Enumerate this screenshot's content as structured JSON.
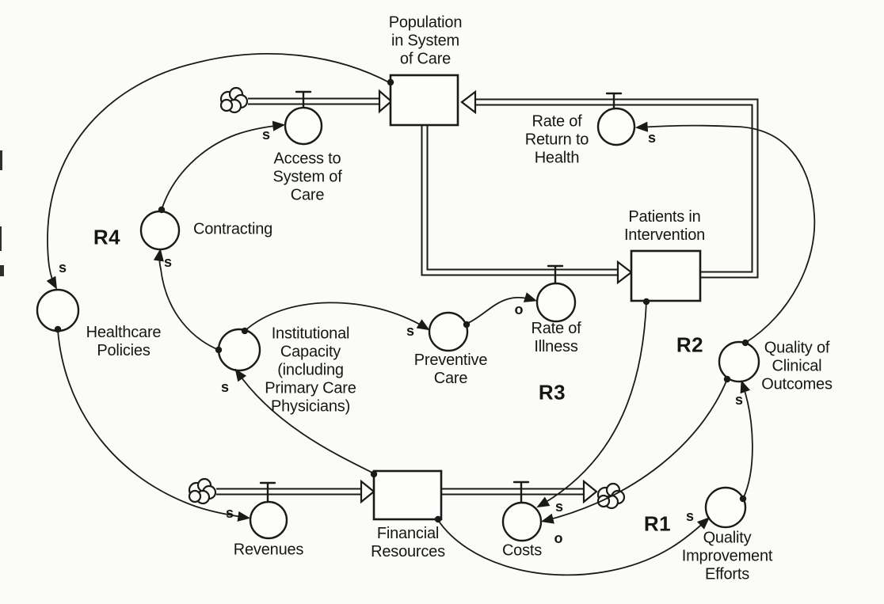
{
  "canvas": {
    "background": "#fbfbf8",
    "ink": "#1a1a1a"
  },
  "stocks": [
    {
      "id": "population",
      "label": "Population\nin System\nof Care"
    },
    {
      "id": "patients",
      "label": "Patients in\nIntervention"
    },
    {
      "id": "financial",
      "label": "Financial\nResources"
    }
  ],
  "flows": [
    {
      "id": "access",
      "label": "Access to\nSystem of\nCare"
    },
    {
      "id": "rate-of-return",
      "label": "Rate of\nReturn to\nHealth"
    },
    {
      "id": "rate-of-illness",
      "label": "Rate of\nIllness"
    },
    {
      "id": "revenues",
      "label": "Revenues"
    },
    {
      "id": "costs",
      "label": "Costs"
    }
  ],
  "converters": [
    {
      "id": "healthcare-policies",
      "label": "Healthcare\nPolicies"
    },
    {
      "id": "contracting",
      "label": "Contracting"
    },
    {
      "id": "institutional-capacity",
      "label": "Institutional\nCapacity\n(including\nPrimary Care\nPhysicians)"
    },
    {
      "id": "preventive-care",
      "label": "Preventive\nCare"
    },
    {
      "id": "quality-outcomes",
      "label": "Quality of\nClinical\nOutcomes"
    },
    {
      "id": "quality-improvement",
      "label": "Quality\nImprovement\nEfforts"
    }
  ],
  "loops": [
    {
      "id": "R1",
      "label": "R1"
    },
    {
      "id": "R2",
      "label": "R2"
    },
    {
      "id": "R3",
      "label": "R3"
    },
    {
      "id": "R4",
      "label": "R4"
    }
  ],
  "links": [
    {
      "from": "Population in System of Care",
      "to": "Healthcare Policies",
      "polarity": "s"
    },
    {
      "from": "Contracting",
      "to": "Access to System of Care",
      "polarity": "s"
    },
    {
      "from": "Institutional Capacity",
      "to": "Contracting",
      "polarity": "s"
    },
    {
      "from": "Healthcare Policies",
      "to": "Revenues",
      "polarity": "s"
    },
    {
      "from": "Financial Resources",
      "to": "Institutional Capacity",
      "polarity": "s"
    },
    {
      "from": "Institutional Capacity",
      "to": "Preventive Care",
      "polarity": "s"
    },
    {
      "from": "Preventive Care",
      "to": "Rate of Illness",
      "polarity": "o"
    },
    {
      "from": "Patients in Intervention",
      "to": "Costs",
      "polarity": "s"
    },
    {
      "from": "Quality of Clinical Outcomes",
      "to": "Costs",
      "polarity": "o"
    },
    {
      "from": "Financial Resources",
      "to": "Quality Improvement Efforts",
      "polarity": "s"
    },
    {
      "from": "Quality Improvement Efforts",
      "to": "Quality of Clinical Outcomes",
      "polarity": "s"
    },
    {
      "from": "Quality of Clinical Outcomes",
      "to": "Rate of Return to Health",
      "polarity": "s"
    }
  ]
}
